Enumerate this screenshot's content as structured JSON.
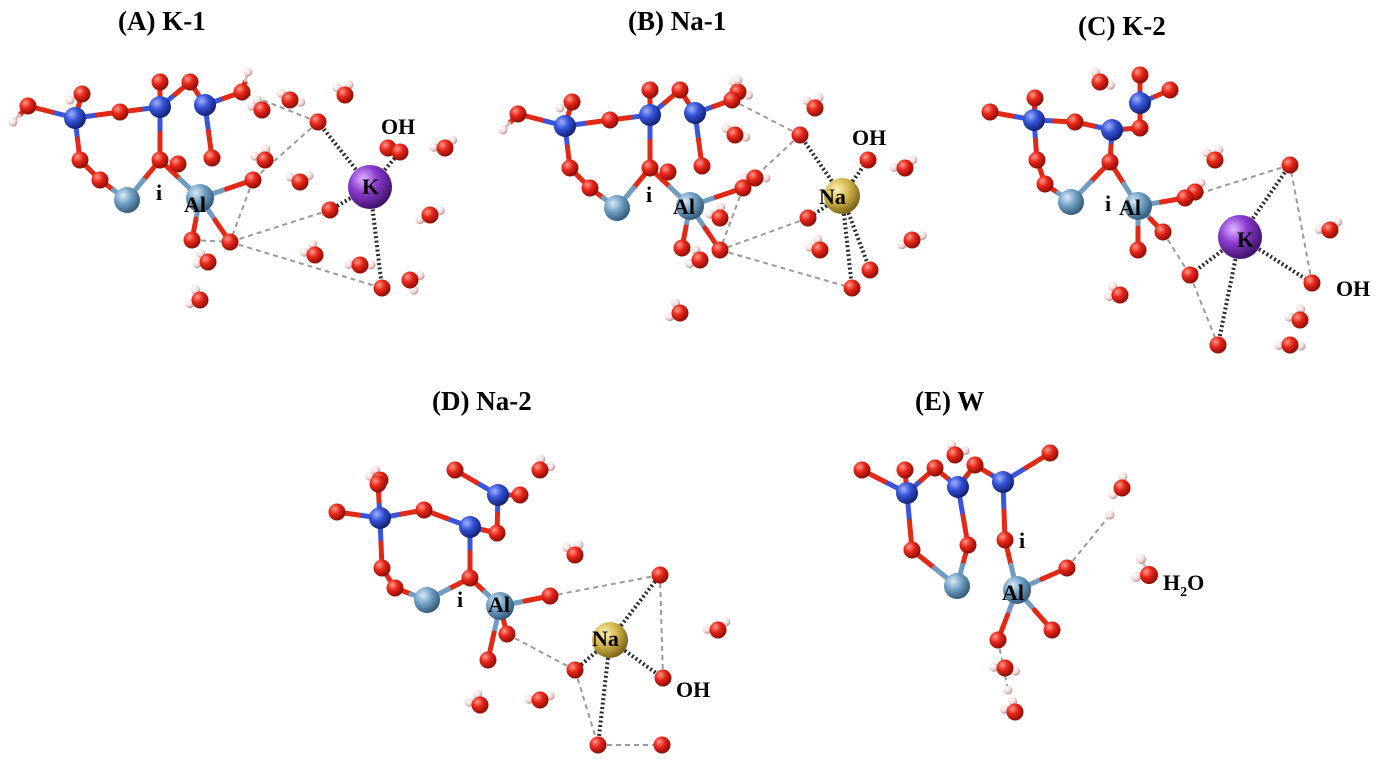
{
  "panels": [
    {
      "id": "A",
      "title": "(A) K-1",
      "cation": "K",
      "labels": [
        "OH",
        "i",
        "Al",
        "K"
      ]
    },
    {
      "id": "B",
      "title": "(B) Na-1",
      "cation": "Na",
      "labels": [
        "OH",
        "i",
        "Al",
        "Na"
      ]
    },
    {
      "id": "C",
      "title": "(C) K-2",
      "cation": "K",
      "labels": [
        "OH",
        "i",
        "Al",
        "K"
      ]
    },
    {
      "id": "D",
      "title": "(D) Na-2",
      "cation": "Na",
      "labels": [
        "OH",
        "i",
        "Al",
        "Na"
      ]
    },
    {
      "id": "E",
      "title": "(E) W",
      "cation": "",
      "labels": [
        "i",
        "Al"
      ]
    }
  ],
  "legend": {
    "water_label": "H",
    "water_sub": "2",
    "water_tail": "O"
  },
  "colors": {
    "oxygen": "#e8261a",
    "hydrogen": "#f2dada",
    "silicon": "#3553d6",
    "aluminum": "#6e9dc1",
    "potassium": "#8b3bd0",
    "sodium": "#d2b64a",
    "hbond": "#9a9a9a",
    "coordination": "#2b2b2b"
  }
}
